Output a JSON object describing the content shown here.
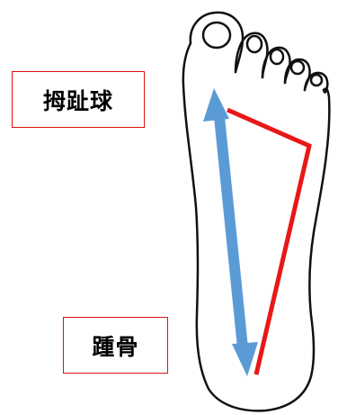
{
  "labels": {
    "ball_of_big_toe": "拇趾球",
    "heel_bone": "踵骨"
  },
  "colors": {
    "outline": "#111111",
    "triangle_line": "#e81818",
    "arrow": "#5b9bd5",
    "label_border": "#e01010",
    "background": "#ffffff"
  },
  "icons": {
    "foot": "foot-sole-outline",
    "arrow": "double-headed-arrow"
  }
}
